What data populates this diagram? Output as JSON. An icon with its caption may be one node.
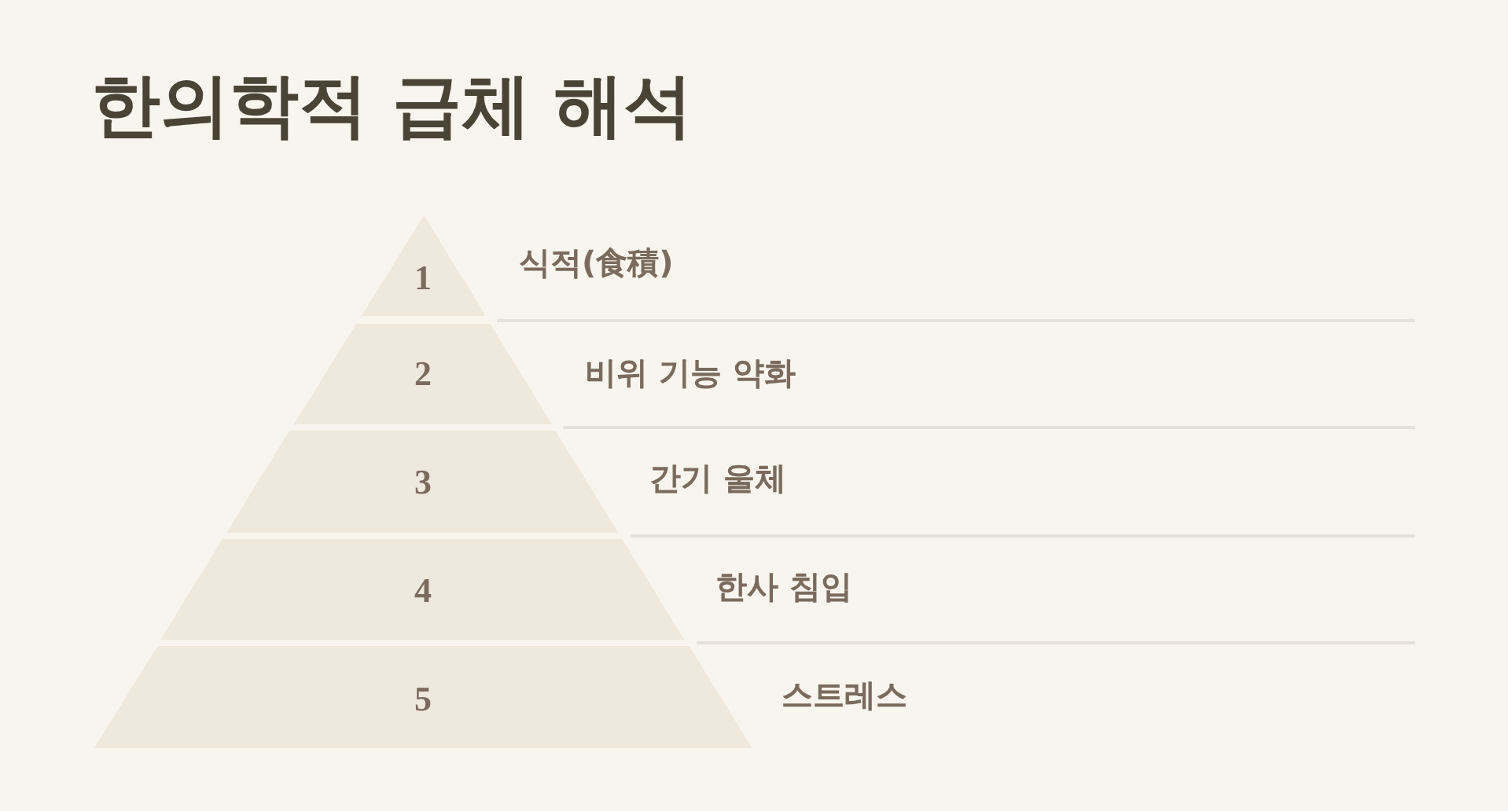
{
  "diagram": {
    "title": "한의학적 급체 해석",
    "nodes": [
      {
        "text": [
          "1"
        ],
        "beside": [
          "식적(食積)"
        ]
      },
      {
        "text": [
          "2"
        ],
        "beside": [
          "비위 기능 약화"
        ]
      },
      {
        "text": [
          "3"
        ],
        "beside": [
          "간기 울체"
        ]
      },
      {
        "text": [
          "4"
        ],
        "beside": [
          "한사 침입"
        ]
      },
      {
        "text": [
          "5"
        ],
        "beside": [
          "스트레스"
        ]
      }
    ]
  }
}
